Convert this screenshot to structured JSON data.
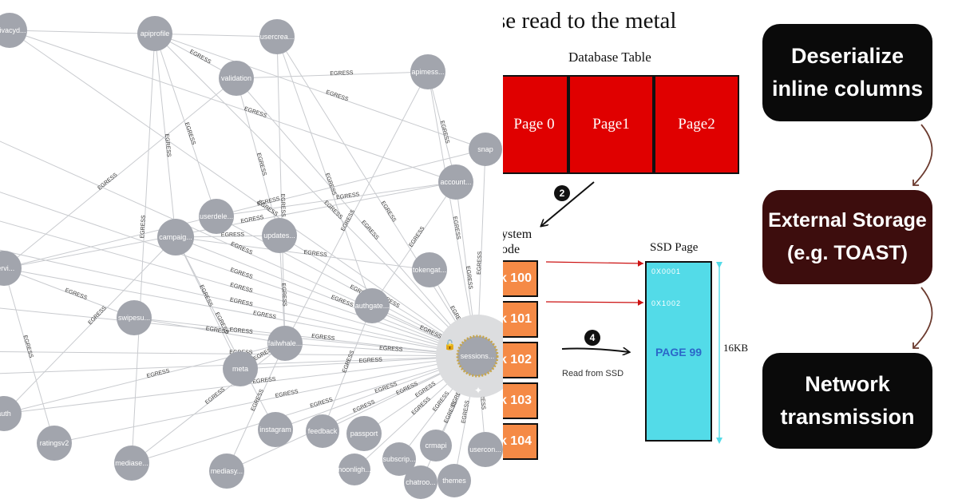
{
  "graph": {
    "edge_label": "EGRESS",
    "hub_label": "sessions...",
    "nodes": [
      {
        "id": "privacyd",
        "label": "privacyd..."
      },
      {
        "id": "apiprofile",
        "label": "apiprofile"
      },
      {
        "id": "usercrea",
        "label": "usercrea..."
      },
      {
        "id": "validation",
        "label": "validation"
      },
      {
        "id": "apimess",
        "label": "apimess..."
      },
      {
        "id": "snap",
        "label": "snap"
      },
      {
        "id": "account",
        "label": "account..."
      },
      {
        "id": "userdele",
        "label": "userdele..."
      },
      {
        "id": "updates",
        "label": "updates..."
      },
      {
        "id": "campaig",
        "label": "campaig..."
      },
      {
        "id": "tokengat",
        "label": "tokengat..."
      },
      {
        "id": "servi",
        "label": "servi..."
      },
      {
        "id": "authgate",
        "label": "authgate..."
      },
      {
        "id": "swipesu",
        "label": "swipesu..."
      },
      {
        "id": "failwhale",
        "label": "failwhale..."
      },
      {
        "id": "meta",
        "label": "meta"
      },
      {
        "id": "auth",
        "label": "auth"
      },
      {
        "id": "ratingsv2",
        "label": "ratingsv2"
      },
      {
        "id": "instagram",
        "label": "instagram"
      },
      {
        "id": "feedback",
        "label": "feedback"
      },
      {
        "id": "passport",
        "label": "passport"
      },
      {
        "id": "crmapi",
        "label": "crmapi"
      },
      {
        "id": "usercon",
        "label": "usercon..."
      },
      {
        "id": "mediase",
        "label": "mediase..."
      },
      {
        "id": "mediasy",
        "label": "mediasy..."
      },
      {
        "id": "noonligh",
        "label": "noonligh..."
      },
      {
        "id": "subscrip",
        "label": "subscrip..."
      },
      {
        "id": "chatroo",
        "label": "chatroo..."
      },
      {
        "id": "themes",
        "label": "themes"
      }
    ]
  },
  "database": {
    "title": "se read to the metal",
    "table_label": "Database Table",
    "pages": [
      "Page 0",
      "Page1",
      "Page2"
    ],
    "fs_label_line1": "ystem",
    "fs_label_line2": "ode",
    "blocks": [
      "k 100",
      "k 101",
      "k 102",
      "k 103",
      "k 104"
    ],
    "ssd_title": "SSD Page",
    "addresses": [
      "0X0001",
      "0X1002"
    ],
    "ssd_page": "PAGE 99",
    "size": "16KB",
    "read_label": "Read from SSD",
    "step_badges": [
      "2",
      "4"
    ]
  },
  "flow": {
    "steps": [
      {
        "line1": "Deserialize",
        "line2": "inline columns",
        "color": "#0a0a0a"
      },
      {
        "line1": "External Storage",
        "line2": "(e.g. TOAST)",
        "color": "#3d0d0d"
      },
      {
        "line1": "Network",
        "line2": "transmission",
        "color": "#0a0a0a"
      }
    ],
    "arrow_color": "#6b3a2e"
  },
  "colors": {
    "node": "#a2a5ad",
    "edge": "#c9cbcf",
    "page_red": "#e00000",
    "block_orange": "#f58a46",
    "ssd_cyan": "#53dbe8"
  }
}
